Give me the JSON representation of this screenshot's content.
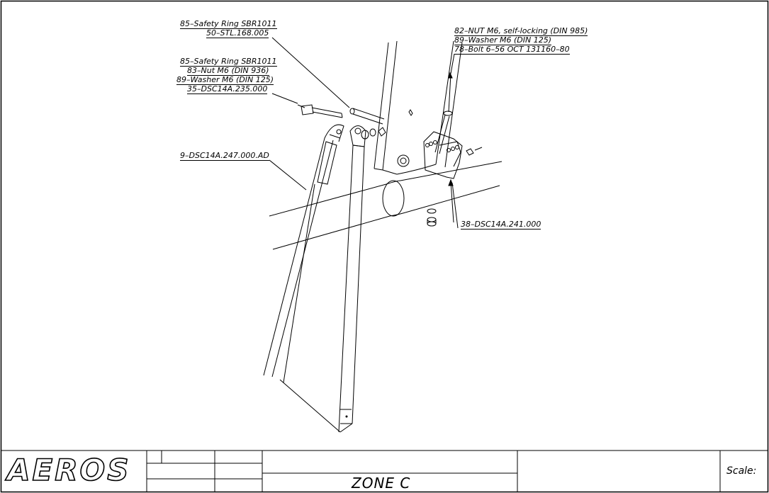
{
  "callouts": {
    "group_a": [
      "85–Safety Ring SBR1011",
      "50–STL.168.005"
    ],
    "group_b": [
      "85–Safety Ring SBR1011",
      "83–Nut M6 (DIN 936)",
      "89–Washer M6 (DIN 125)",
      "35–DSC14A.235.000"
    ],
    "group_c": [
      "82–NUT M6, self-locking (DIN 985)",
      "89–Washer M6 (DIN 125)",
      "78–Bolt 6–56 OCT 131160–80"
    ],
    "strut": "9–DSC14A.247.000.AD",
    "bracket": "38–DSC14A.241.000"
  },
  "title_block": {
    "logo": "AEROS",
    "zone": "ZONE C",
    "scale_label": "Scale:"
  }
}
